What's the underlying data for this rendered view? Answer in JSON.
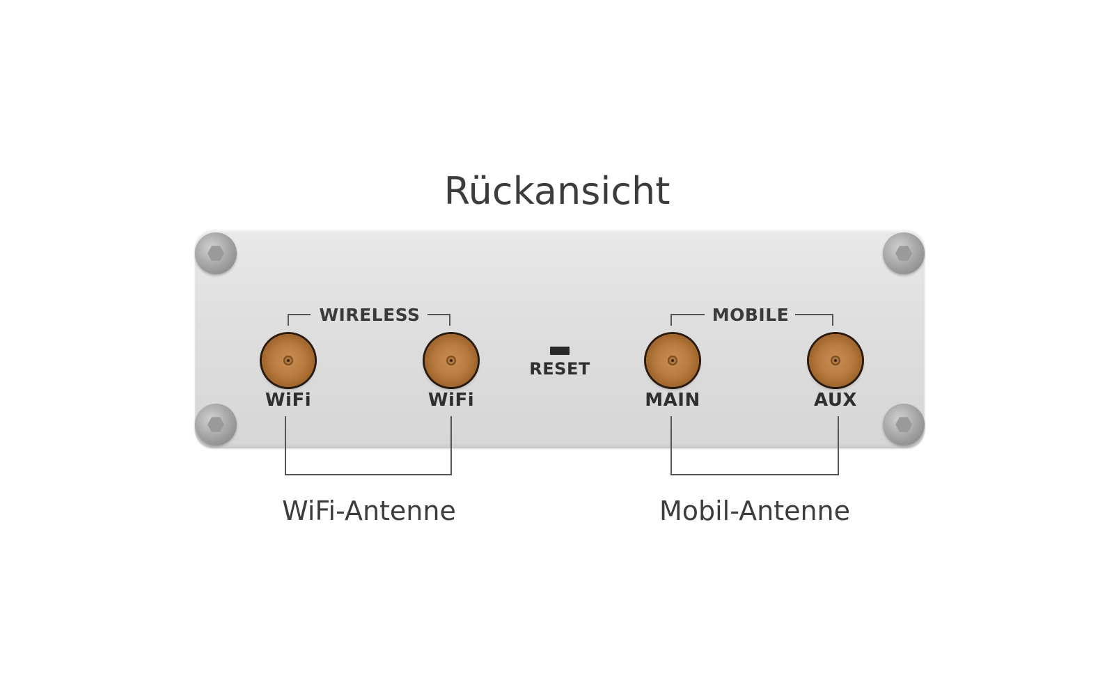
{
  "title": "Rückansicht",
  "groups": {
    "wireless": "WIRELESS",
    "mobile": "MOBILE"
  },
  "ports": [
    {
      "id": "wifi-1",
      "label": "WiFi"
    },
    {
      "id": "wifi-2",
      "label": "WiFi"
    },
    {
      "id": "main",
      "label": "MAIN"
    },
    {
      "id": "aux",
      "label": "AUX"
    }
  ],
  "reset": "RESET",
  "captions": {
    "wifi": "WiFi-Antenne",
    "mobile": "Mobil-Antenne"
  },
  "colors": {
    "panel": "#dedede",
    "connector": "#b87a3e",
    "screw": "#a9a9a9",
    "text": "#3c3c3c",
    "line": "#555555"
  }
}
